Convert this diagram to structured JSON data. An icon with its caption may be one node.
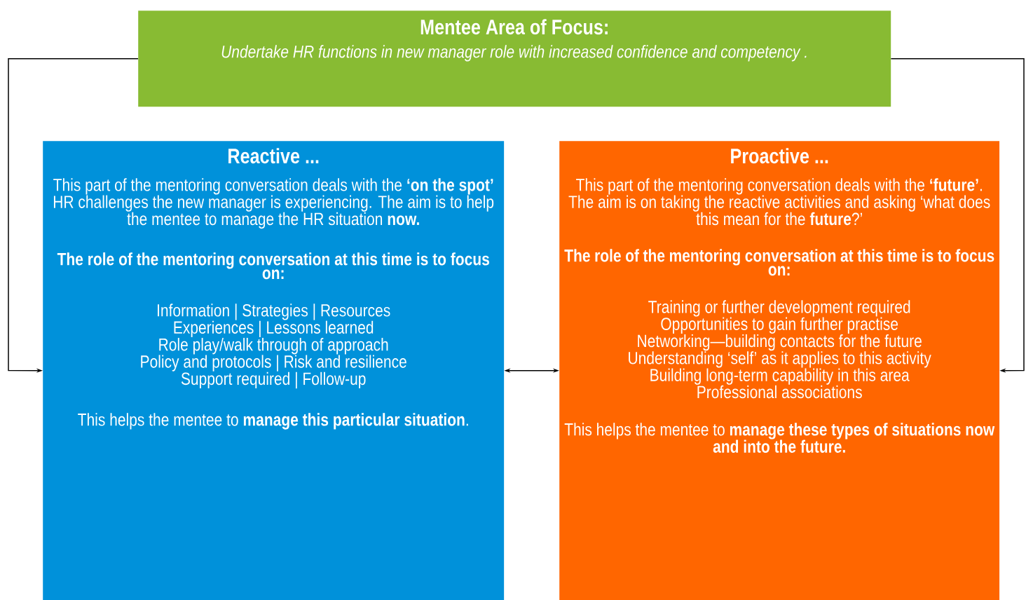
{
  "diagram": {
    "nodes": [
      {
        "text": [
          "Mentee Area of Focus:",
          "Undertake HR functions in new manager role with increased confidence and competency ."
        ]
      },
      {
        "text": [
          "Reactive ...",
          "This part of the mentoring conversation deals with the **‘on the spot’** HR challenges the new manager is experiencing. The aim is to help the mentee to manage the HR situation **now.**",
          "The role of the mentoring conversation at this time is to focus on:",
          "Information | Strategies | Resources",
          "Experiences | Lessons learned",
          "Role play/walk through of approach",
          "Policy and protocols | Risk and resilience",
          "Support required | Follow-up",
          "This helps the mentee to **manage this particular situation**."
        ]
      },
      {
        "text": [
          "Proactive ...",
          "This part of the mentoring conversation deals with the **‘future’**. The aim is on taking the reactive activities and asking ‘what does this mean for the **future**?’",
          "The role of the mentoring conversation at this time is to focus on:",
          "Training or further development required",
          "Opportunities to gain further practise",
          "Networking—building contacts for the future",
          "Understanding ‘self’ as it applies to this activity",
          "Building long-term capability in this area",
          "Professional associations",
          "This helps the mentee to **manage these types of situations now and into the future.**"
        ]
      }
    ],
    "edges": [
      {
        "from": 0,
        "to": 1,
        "arrow": "to"
      },
      {
        "from": 0,
        "to": 2,
        "arrow": "to"
      },
      {
        "from": 1,
        "to": 2,
        "arrow": "both"
      }
    ]
  }
}
